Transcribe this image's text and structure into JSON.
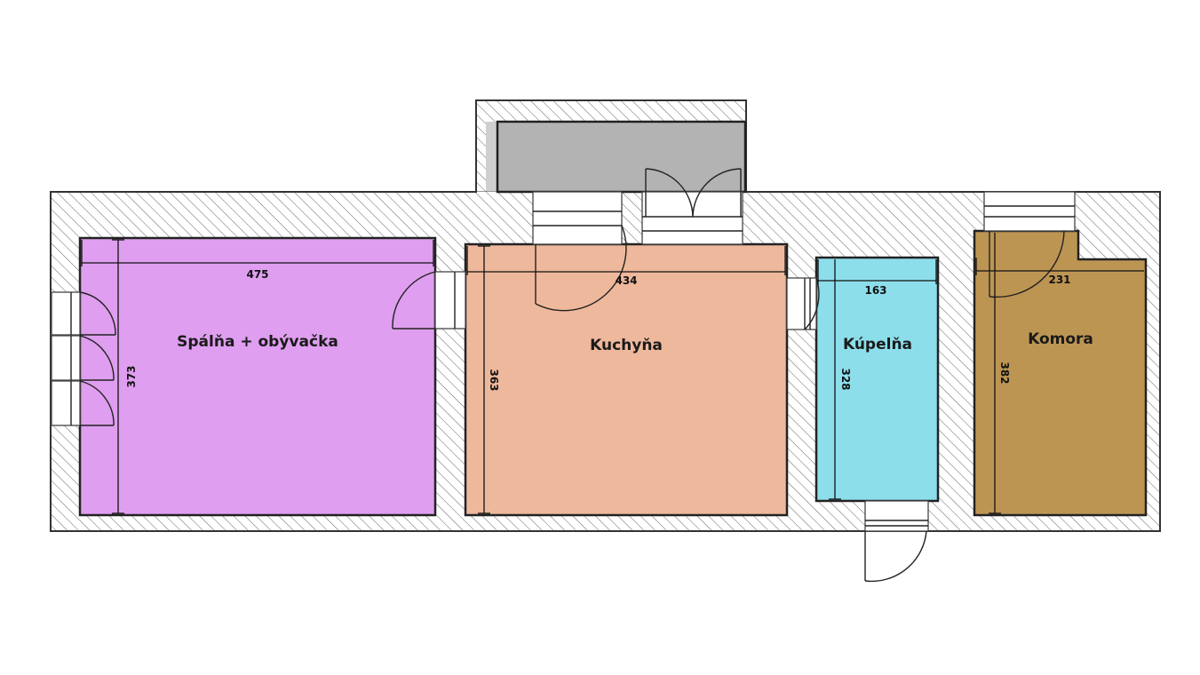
{
  "rooms": {
    "bedroom": {
      "label": "Spálňa + obývačka",
      "color": "#df9eef",
      "width_dim": "475",
      "height_dim": "373"
    },
    "kitchen": {
      "label": "Kuchyňa",
      "color": "#eeb89c",
      "width_dim": "434",
      "height_dim": "363"
    },
    "bathroom": {
      "label": "Kúpelňa",
      "color": "#8ddeeb",
      "width_dim": "163",
      "height_dim": "328"
    },
    "storage": {
      "label": "Komora",
      "color": "#bd9553",
      "width_dim": "231",
      "height_dim": "382"
    },
    "balcony": {
      "color": "#b3b3b3"
    }
  },
  "colors": {
    "wall_hatch": "#555555",
    "wall_fill": "#ffffff",
    "outline": "#222222"
  }
}
